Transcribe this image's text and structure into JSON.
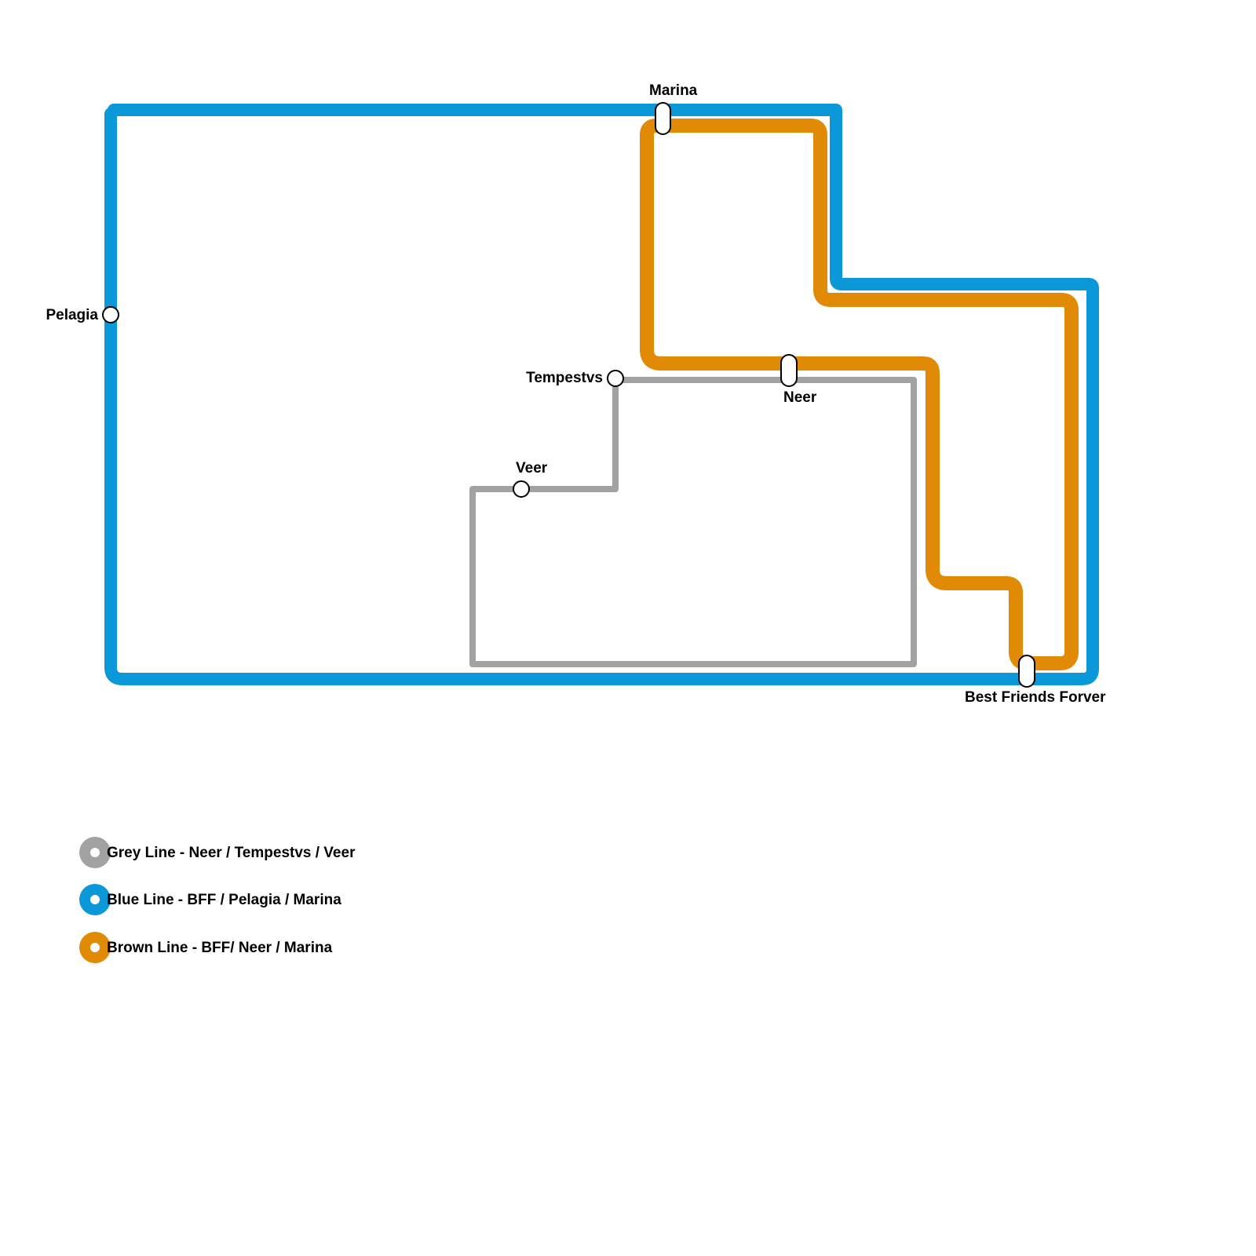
{
  "map": {
    "lines": {
      "blue": {
        "color": "#0b98d8"
      },
      "brown": {
        "color": "#e08a06"
      },
      "grey": {
        "color": "#a2a2a2"
      }
    },
    "stations": {
      "marina": "Marina",
      "pelagia": "Pelagia",
      "tempestvs": "Tempestvs",
      "veer": "Veer",
      "neer": "Neer",
      "bff": "Best Friends Forver"
    },
    "legend": [
      {
        "color": "#a2a2a2",
        "label": "Grey Line - Neer / Tempestvs / Veer"
      },
      {
        "color": "#0b98d8",
        "label": "Blue Line - BFF / Pelagia / Marina"
      },
      {
        "color": "#e08a06",
        "label": "Brown Line - BFF/ Neer / Marina"
      }
    ]
  }
}
